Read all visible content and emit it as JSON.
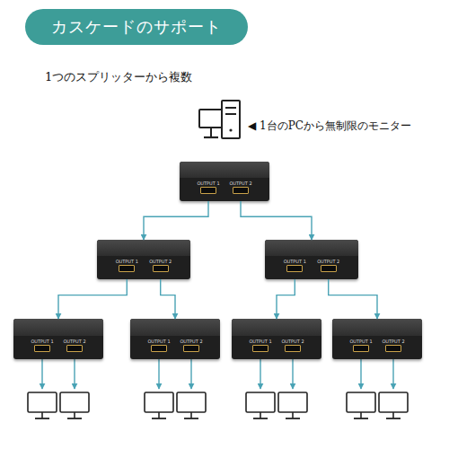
{
  "diagram": {
    "title": "カスケードのサポート",
    "nodes": [
      {
        "text": [
          "OUTPUT 1",
          "OUTPUT 2"
        ]
      },
      {
        "text": [
          "OUTPUT 1",
          "OUTPUT 2"
        ]
      },
      {
        "text": [
          "OUTPUT 1",
          "OUTPUT 2"
        ]
      },
      {
        "text": [
          "OUTPUT 1",
          "OUTPUT 2"
        ]
      },
      {
        "text": [
          "OUTPUT 1",
          "OUTPUT 2"
        ]
      },
      {
        "text": [
          "OUTPUT 1",
          "OUTPUT 2"
        ]
      },
      {
        "text": [
          "OUTPUT 1",
          "OUTPUT 2"
        ]
      }
    ],
    "edges": [
      {
        "from": 0,
        "to": 1,
        "arrow": "to"
      },
      {
        "from": 0,
        "to": 2,
        "arrow": "to"
      },
      {
        "from": 1,
        "to": 3,
        "arrow": "to"
      },
      {
        "from": 1,
        "to": 4,
        "arrow": "to"
      },
      {
        "from": 2,
        "to": 5,
        "arrow": "to"
      },
      {
        "from": 2,
        "to": 6,
        "arrow": "to"
      }
    ],
    "labels": [
      "1つのスプリッターから複数",
      "◀ 1台のPCから無制限のモニター"
    ]
  }
}
